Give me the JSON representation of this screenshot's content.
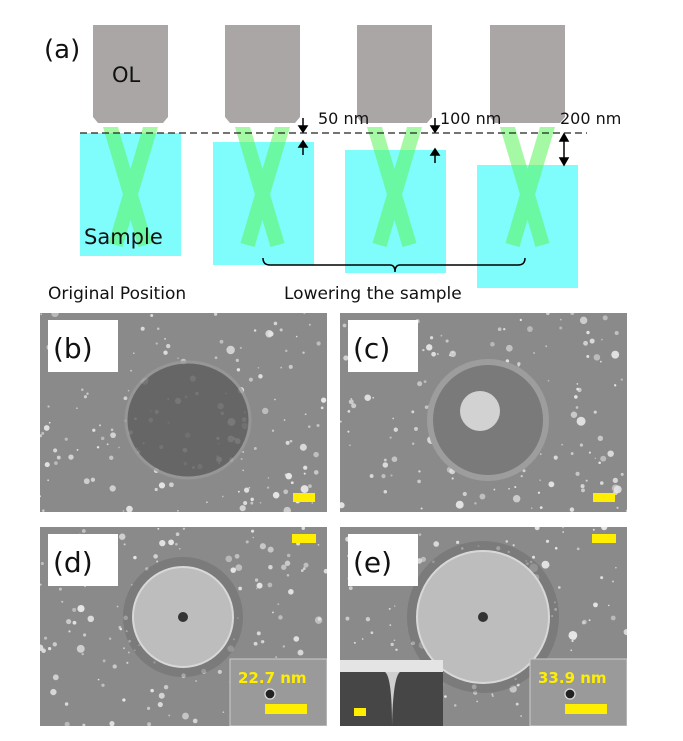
{
  "panel_a": {
    "label": "(a)",
    "objective_label": "OL",
    "sample_label": "Sample",
    "offsets": [
      "50 nm",
      "100 nm",
      "200 nm"
    ],
    "caption_original": "Original Position",
    "caption_lowering": "Lowering the sample"
  },
  "sem_panels": [
    {
      "label": "(b)"
    },
    {
      "label": "(c)"
    },
    {
      "label": "(d)",
      "inset_measure": "22.7 nm"
    },
    {
      "label": "(e)",
      "inset_measure": "33.9 nm"
    }
  ],
  "colors": {
    "objective": "#aaa6a6",
    "beam": "#5cf55c",
    "sample": "#7ffcfc",
    "scale_bar": "#ffee00",
    "sem_bg": "#8a8a8a"
  }
}
